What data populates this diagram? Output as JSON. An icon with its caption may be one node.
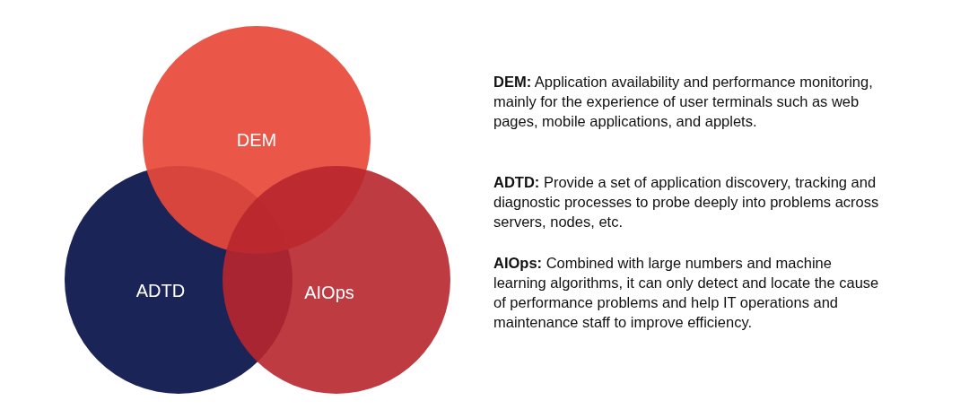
{
  "diagram": {
    "nodes": [
      {
        "text": [
          "DEM"
        ]
      },
      {
        "text": [
          "ADTD"
        ]
      },
      {
        "text": [
          "AIOps"
        ]
      }
    ],
    "edges": [],
    "labels": [
      "**DEM:** Application availability and performance monitoring, mainly for the experience of user terminals such as web pages, mobile applications, and applets.",
      "**ADTD:** Provide a set of application discovery, tracking and diagnostic processes to probe deeply into problems across servers, nodes, etc.",
      "**AIOps:** Combined with large numbers and machine learning algorithms, it can only detect and locate the cause of performance problems and help IT operations and maintenance staff to improve efficiency."
    ]
  }
}
